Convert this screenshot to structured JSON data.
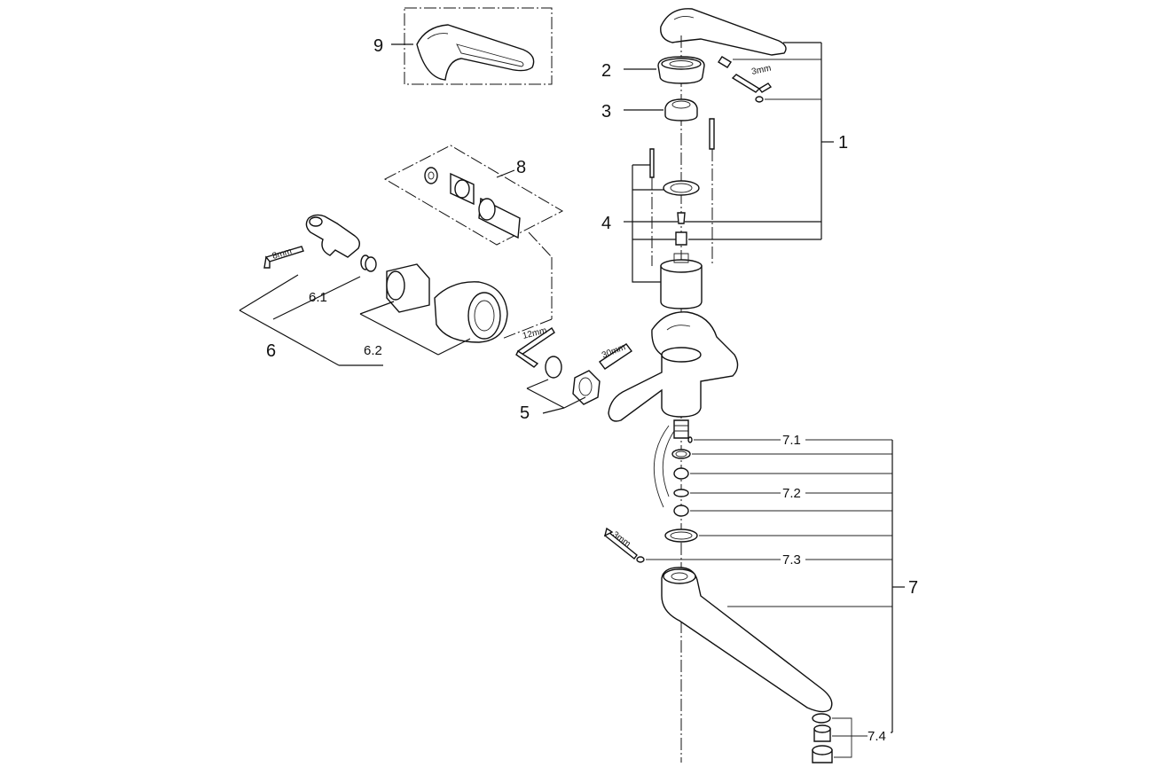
{
  "callouts": {
    "c1": "1",
    "c2": "2",
    "c3": "3",
    "c4": "4",
    "c5": "5",
    "c6": "6",
    "c6_1": "6.1",
    "c6_2": "6.2",
    "c7": "7",
    "c7_1": "7.1",
    "c7_2": "7.2",
    "c7_3": "7.3",
    "c7_4": "7.4",
    "c8": "8",
    "c9": "9"
  },
  "tool_labels": {
    "hex_3mm_top": "3mm",
    "hex_8mm": "8mm",
    "hex_12mm": "12mm",
    "tool_30mm": "30mm",
    "hex_3mm_spout": "3mm"
  },
  "colors": {
    "line": "#111111",
    "background": "#ffffff"
  },
  "icons": [
    "hex-key-icon",
    "tool-icon"
  ]
}
